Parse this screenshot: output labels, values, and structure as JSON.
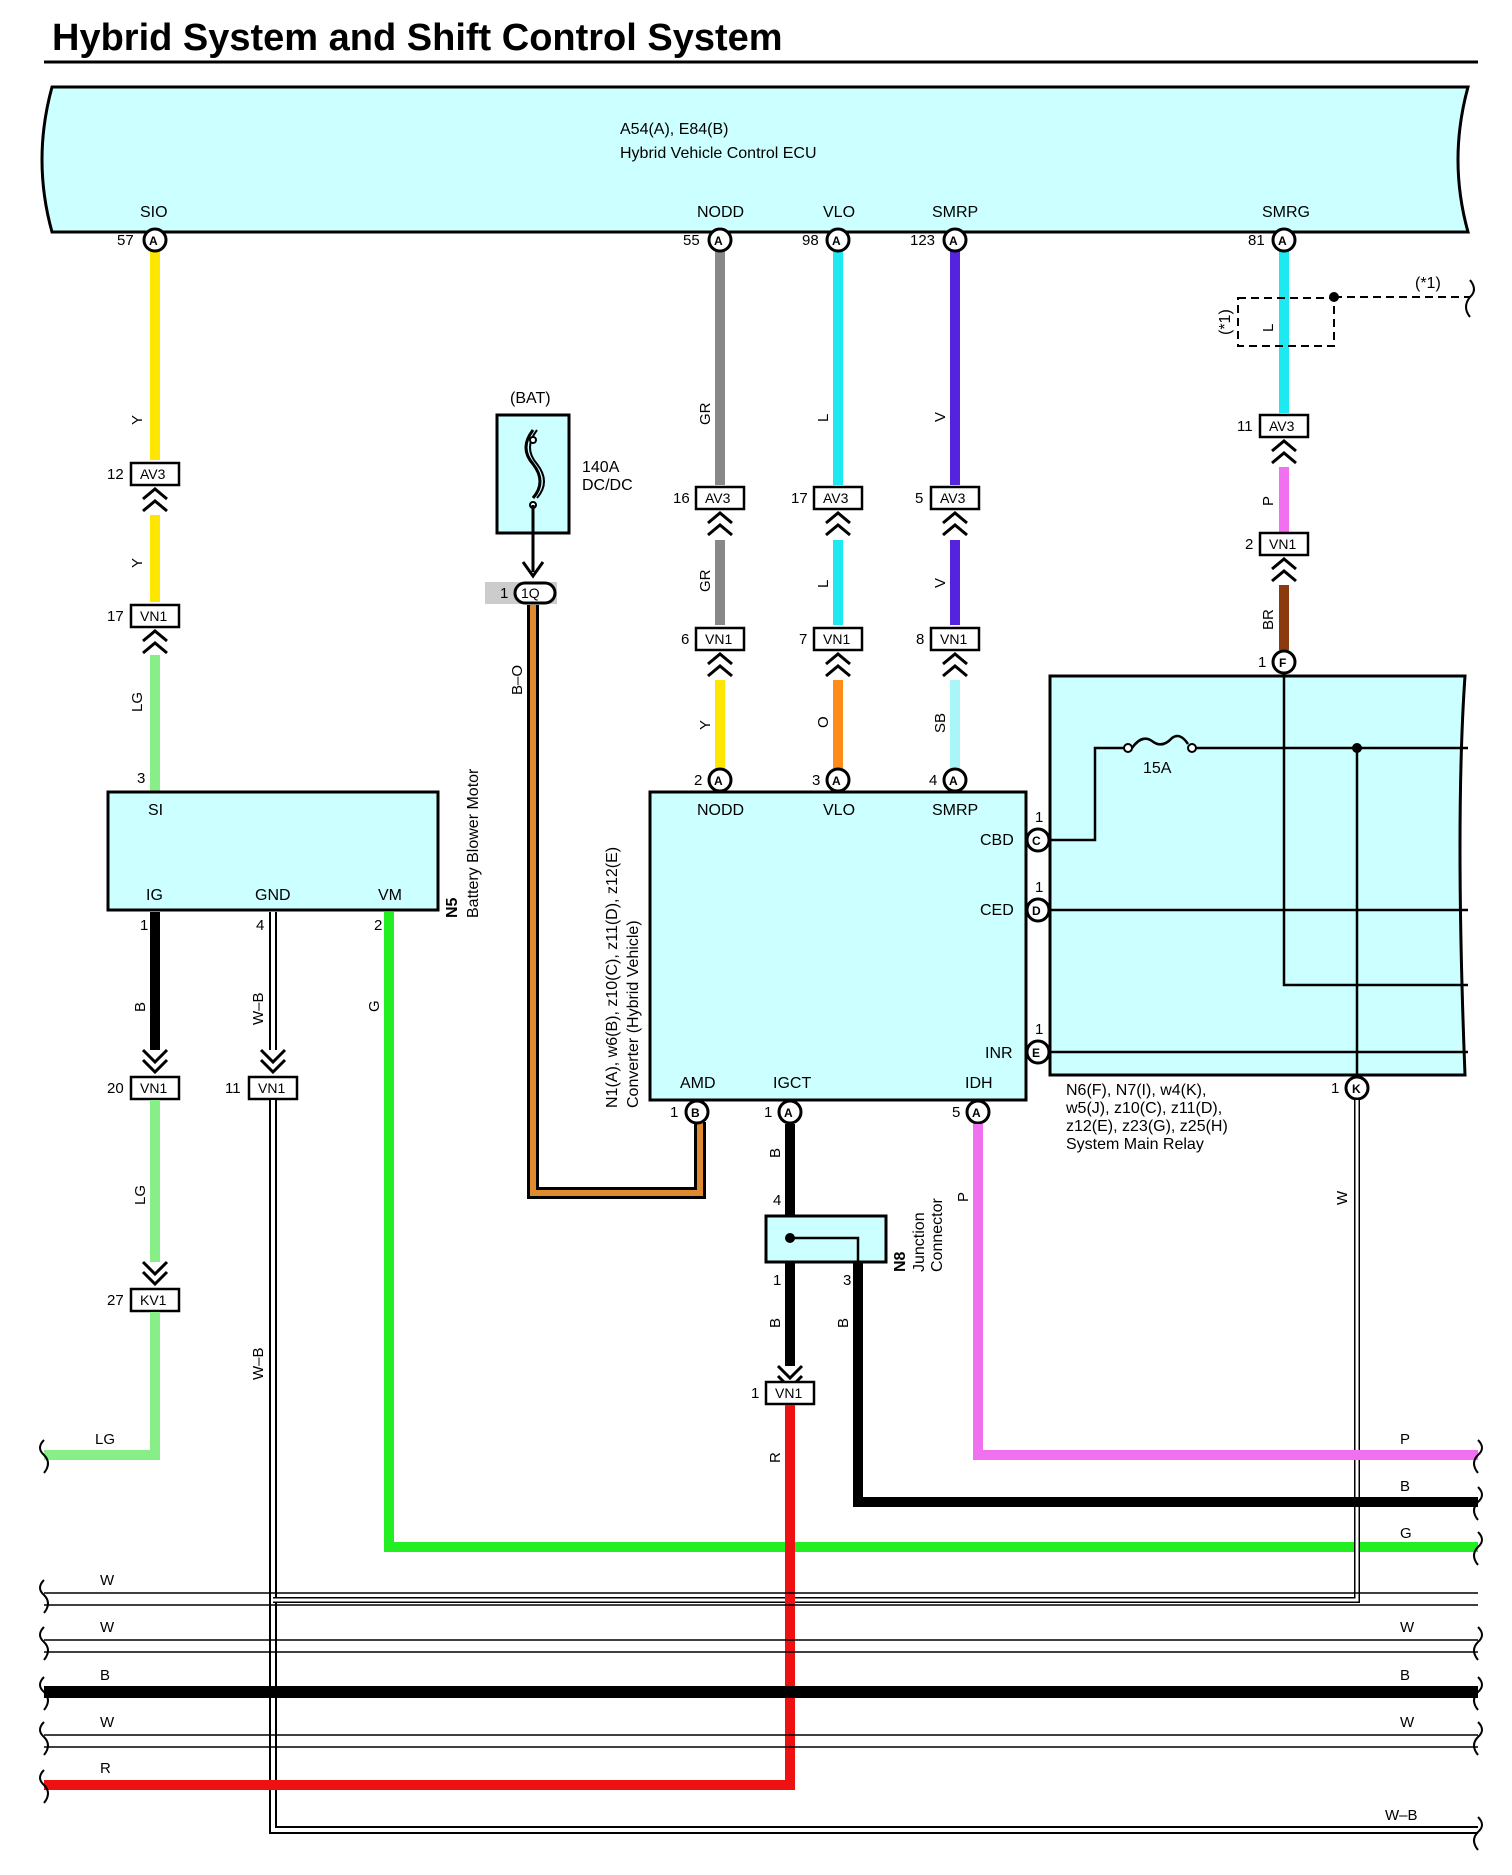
{
  "title": "Hybrid System and Shift Control System",
  "colors": {
    "ecu_fill": "#ccffff",
    "Y": "#ffe600",
    "GR": "#888888",
    "L": "#1ee8f0",
    "V": "#5522dd",
    "P": "#f070f0",
    "BR": "#8b3a0f",
    "LG": "#88ee88",
    "O": "#ff8c1a",
    "SB": "#aaf5f8",
    "G": "#22ee22",
    "R": "#ee1111",
    "B": "#000000",
    "W": "#ffffff",
    "BO": "#e08a30"
  },
  "ecu": {
    "codes": "A54(A), E84(B)",
    "name": "Hybrid Vehicle Control ECU",
    "terminals": [
      {
        "label": "SIO",
        "pin": "57",
        "conn": "A"
      },
      {
        "label": "NODD",
        "pin": "55",
        "conn": "A"
      },
      {
        "label": "VLO",
        "pin": "98",
        "conn": "A"
      },
      {
        "label": "SMRP",
        "pin": "123",
        "conn": "A"
      },
      {
        "label": "SMRG",
        "pin": "81",
        "conn": "A"
      }
    ]
  },
  "optional_mark": "(*1)",
  "bat": {
    "label": "(BAT)",
    "fuse": "140A\nDC/DC",
    "fuse_line1": "140A",
    "fuse_line2": "DC/DC",
    "pin": "1",
    "conn": "1Q"
  },
  "blower": {
    "code": "N5",
    "name": "Battery Blower Motor",
    "terminals": [
      {
        "label": "SI",
        "pin": "3"
      },
      {
        "label": "IG",
        "pin": "1"
      },
      {
        "label": "GND",
        "pin": "4"
      },
      {
        "label": "VM",
        "pin": "2"
      }
    ]
  },
  "converter": {
    "codes": "N1(A), w6(B), z10(C), z11(D), z12(E)",
    "name": "Converter (Hybrid Vehicle)",
    "terminals": [
      {
        "label": "NODD",
        "pin": "2",
        "conn": "A"
      },
      {
        "label": "VLO",
        "pin": "3",
        "conn": "A"
      },
      {
        "label": "SMRP",
        "pin": "4",
        "conn": "A"
      },
      {
        "label": "CBD",
        "pin": "1",
        "conn": "C"
      },
      {
        "label": "CED",
        "pin": "1",
        "conn": "D"
      },
      {
        "label": "INR",
        "pin": "1",
        "conn": "E"
      },
      {
        "label": "AMD",
        "pin": "1",
        "conn": "B"
      },
      {
        "label": "IGCT",
        "pin": "1",
        "conn": "A"
      },
      {
        "label": "IDH",
        "pin": "5",
        "conn": "A"
      }
    ]
  },
  "relay": {
    "codes_line1": "N6(F), N7(I), w4(K),",
    "codes_line2": "w5(J), z10(C), z11(D),",
    "codes_line3": "z12(E), z23(G), z25(H)",
    "name": "System Main Relay",
    "fuse": "15A",
    "pin_f": "1",
    "conn_f": "F",
    "pin_k": "1",
    "conn_k": "K"
  },
  "junction": {
    "code": "N8",
    "name_line1": "Junction",
    "name_line2": "Connector",
    "pins": [
      "4",
      "1",
      "3"
    ]
  },
  "inline_connectors": [
    {
      "id": "AV3",
      "pin": "12"
    },
    {
      "id": "VN1",
      "pin": "17"
    },
    {
      "id": "AV3",
      "pin": "16"
    },
    {
      "id": "AV3",
      "pin": "17"
    },
    {
      "id": "AV3",
      "pin": "5"
    },
    {
      "id": "VN1",
      "pin": "6"
    },
    {
      "id": "VN1",
      "pin": "7"
    },
    {
      "id": "VN1",
      "pin": "8"
    },
    {
      "id": "AV3",
      "pin": "11"
    },
    {
      "id": "VN1",
      "pin": "2"
    },
    {
      "id": "VN1",
      "pin": "20"
    },
    {
      "id": "VN1",
      "pin": "11"
    },
    {
      "id": "KV1",
      "pin": "27"
    },
    {
      "id": "VN1",
      "pin": "1"
    }
  ],
  "wire_labels": {
    "sio_upper": "Y",
    "sio_mid": "Y",
    "sio_lower": "LG",
    "nodd_upper": "GR",
    "nodd_mid": "GR",
    "nodd_lower": "Y",
    "vlo_upper": "L",
    "vlo_mid": "L",
    "vlo_lower": "O",
    "smrp_upper": "V",
    "smrp_mid": "V",
    "smrp_lower": "SB",
    "smrg_upper": "L",
    "smrg_mid": "P",
    "smrg_lower": "BR",
    "ig": "B",
    "ig_lower": "LG",
    "gnd": "W–B",
    "gnd_lower": "W–B",
    "vm": "G",
    "bat": "B–O",
    "igct": "B",
    "jc1": "B",
    "jc3": "B",
    "vn1_r": "R",
    "idh": "P",
    "relay_k": "W"
  },
  "bottom_buses": [
    {
      "label_left": "LG",
      "label_right": "",
      "color": "LG"
    },
    {
      "label_left": "",
      "label_right": "P",
      "color": "P"
    },
    {
      "label_left": "",
      "label_right": "B",
      "color": "B"
    },
    {
      "label_left": "",
      "label_right": "G",
      "color": "G"
    },
    {
      "label_left": "W",
      "label_right": "",
      "color": "W"
    },
    {
      "label_left": "W",
      "label_right": "W",
      "color": "W"
    },
    {
      "label_left": "B",
      "label_right": "B",
      "color": "B"
    },
    {
      "label_left": "W",
      "label_right": "W",
      "color": "W"
    },
    {
      "label_left": "R",
      "label_right": "",
      "color": "R"
    },
    {
      "label_left": "",
      "label_right": "W–B",
      "color": "W"
    }
  ]
}
